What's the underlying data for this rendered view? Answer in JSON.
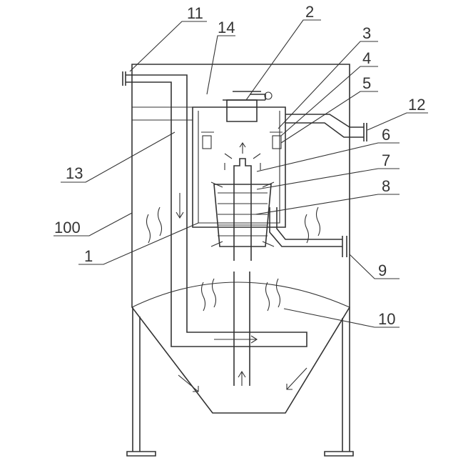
{
  "figure": {
    "labels": {
      "l11": "11",
      "l14": "14",
      "l2": "2",
      "l3": "3",
      "l4": "4",
      "l5": "5",
      "l12": "12",
      "l6": "6",
      "l13": "13",
      "l7": "7",
      "l100": "100",
      "l8": "8",
      "l1": "1",
      "l9": "9",
      "l10": "10"
    },
    "line_color": "#333333"
  }
}
